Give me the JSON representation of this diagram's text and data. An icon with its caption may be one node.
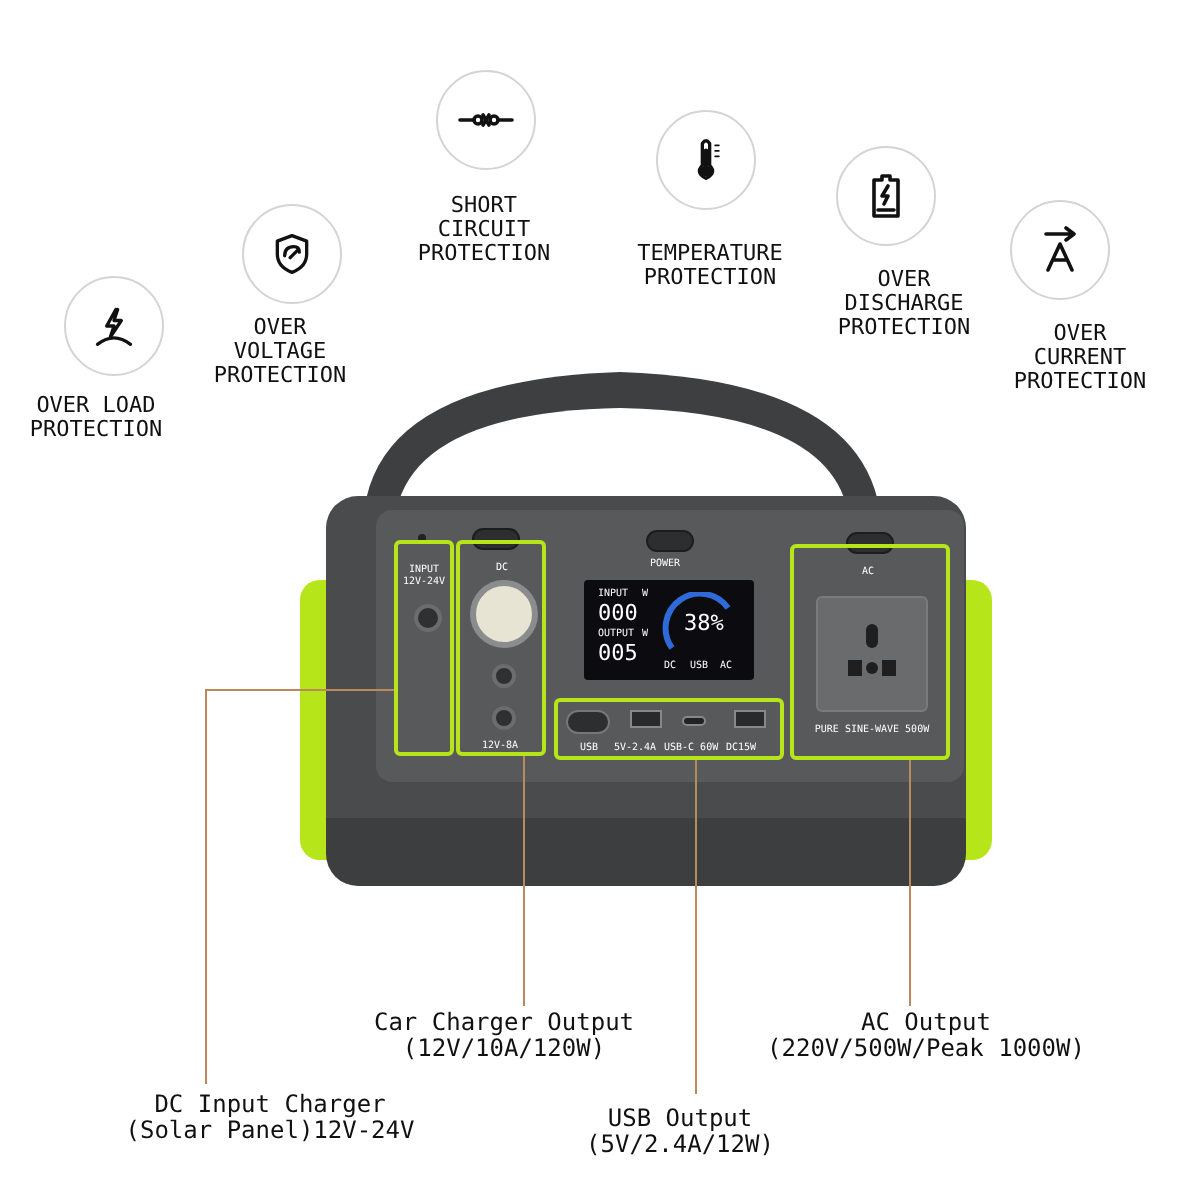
{
  "diagram": {
    "nodes": [
      {
        "text": [
          "OVER LOAD PROTECTION"
        ]
      },
      {
        "text": [
          "OVER VOLTAGE PROTECTION"
        ]
      },
      {
        "text": [
          "SHORT CIRCUIT PROTECTION"
        ]
      },
      {
        "text": [
          "TEMPERATURE PROTECTION"
        ]
      },
      {
        "text": [
          "OVER DISCHARGE PROTECTION"
        ]
      },
      {
        "text": [
          "OVER CURRENT PROTECTION"
        ]
      },
      {
        "text": [
          "INPUT 12V-24V"
        ]
      },
      {
        "text": [
          "DC",
          "12V-8A"
        ]
      },
      {
        "text": [
          "USB",
          "5V-2.4A",
          "USB-C 60W",
          "DC15W"
        ]
      },
      {
        "text": [
          "AC",
          "PURE SINE-WAVE 500W"
        ]
      },
      {
        "text": [
          "INPUT",
          "W",
          "000",
          "OUTPUT",
          "W",
          "005",
          "38%",
          "DC",
          "USB",
          "AC"
        ]
      },
      {
        "text": [
          "DC Input Charger (Solar Panel)12V-24V"
        ]
      },
      {
        "text": [
          "Car Charger Output (12V/10A/120W)"
        ]
      },
      {
        "text": [
          "USB Output (5V/2.4A/12W)"
        ]
      },
      {
        "text": [
          "AC Output (220V/500W/Peak 1000W)"
        ]
      }
    ],
    "edges": [
      {
        "from": 11,
        "to": 6,
        "arrow": "none"
      },
      {
        "from": 12,
        "to": 7,
        "arrow": "none"
      },
      {
        "from": 13,
        "to": 8,
        "arrow": "none"
      },
      {
        "from": 14,
        "to": 9,
        "arrow": "none"
      }
    ],
    "labels": [
      "POWER"
    ]
  }
}
